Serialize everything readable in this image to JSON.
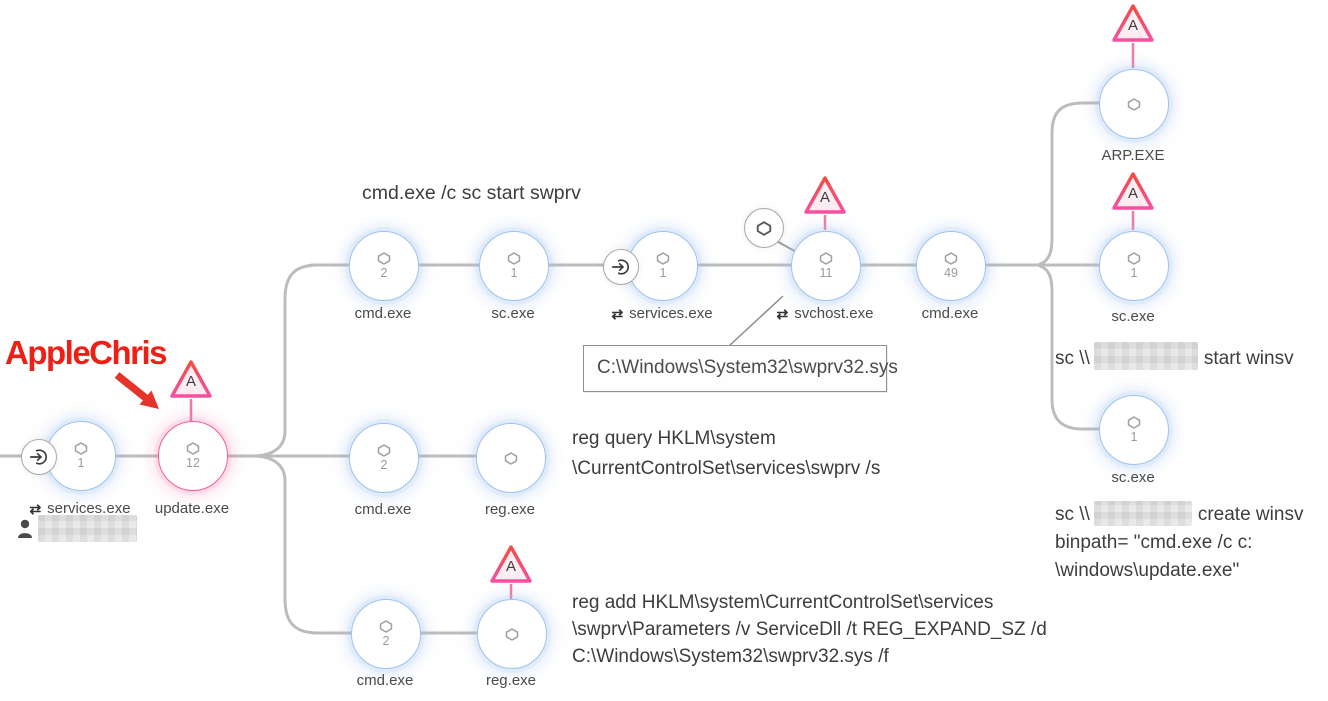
{
  "alert": {
    "label": "A"
  },
  "attacker": {
    "label": "AppleChris"
  },
  "colors": {
    "node_border_blue": "#9fc2ef",
    "node_border_pink": "#f25c97",
    "alert_stroke_top": "#f44c41",
    "alert_stroke_bottom": "#f550a0",
    "alert_fill": "#fcedf2",
    "edge_gray": "#bcbcbc",
    "attacker_red": "#ee2016"
  },
  "nodes": [
    {
      "label": "services.exe",
      "count": "1"
    },
    {
      "label": "update.exe",
      "count": "12"
    },
    {
      "label": "cmd.exe",
      "count": "2"
    },
    {
      "label": "sc.exe",
      "count": "1"
    },
    {
      "label": "services.exe",
      "count": "1"
    },
    {
      "label": "svchost.exe",
      "count": "11"
    },
    {
      "label": "cmd.exe",
      "count": "49"
    },
    {
      "label": "ARP.EXE",
      "count": ""
    },
    {
      "label": "sc.exe",
      "count": "1"
    },
    {
      "label": "sc.exe",
      "count": "1"
    },
    {
      "label": "cmd.exe",
      "count": "2"
    },
    {
      "label": "reg.exe",
      "count": ""
    },
    {
      "label": "cmd.exe",
      "count": "2"
    },
    {
      "label": "reg.exe",
      "count": ""
    }
  ],
  "icons": {
    "sync": "⇄"
  },
  "tooltip": {
    "text": "C:\\Windows\\System32\\swprv32.sys"
  },
  "annotations": {
    "cmd_start": {
      "text": "cmd.exe /c sc start swprv"
    },
    "reg_query": {
      "line1": "reg query HKLM\\system",
      "line2": "\\CurrentControlSet\\services\\swprv /s"
    },
    "reg_add": {
      "line1": "reg add HKLM\\system\\CurrentControlSet\\services",
      "line2": "\\swprv\\Parameters /v ServiceDll /t REG_EXPAND_SZ /d",
      "line3": "C:\\Windows\\System32\\swprv32.sys /f"
    },
    "sc_start": {
      "prefix": "sc \\\\",
      "suffix": "start winsv"
    },
    "sc_create": {
      "prefix": "sc \\\\",
      "suffix": "create winsv",
      "line2": "binpath= \"cmd.exe /c c:",
      "line3": "\\windows\\update.exe\""
    }
  }
}
